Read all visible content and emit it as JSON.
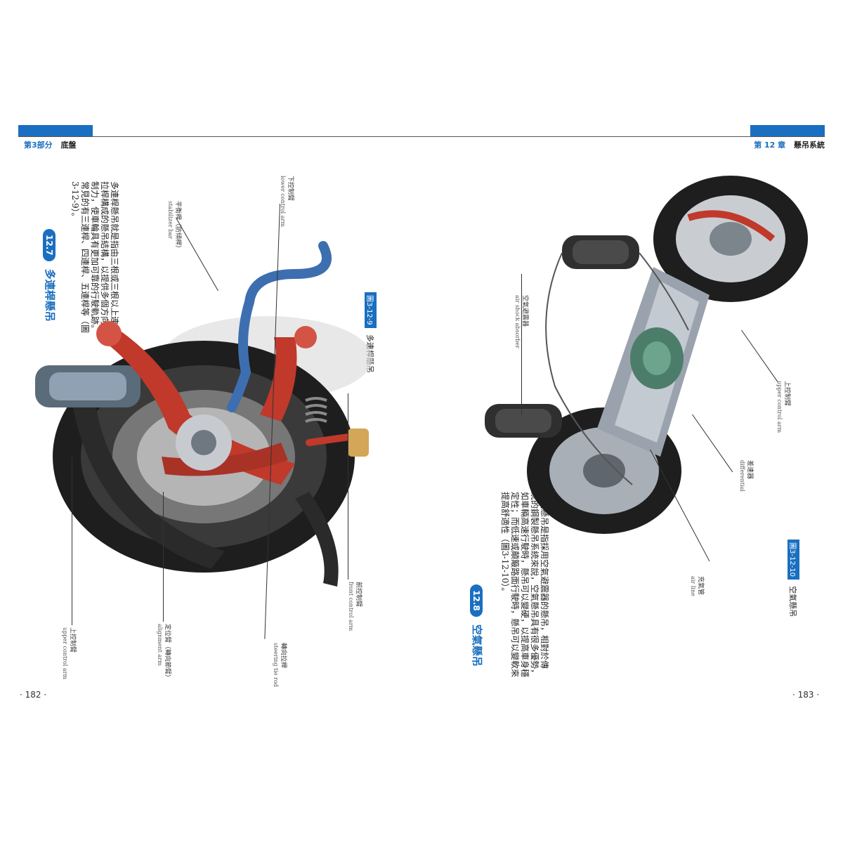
{
  "header": {
    "left_part": "第3部分",
    "left_title": "底盤",
    "right_chapter": "第 12 章",
    "right_title": "懸吊系統"
  },
  "left_page": {
    "section_number": "12.7",
    "section_title": "多連桿懸吊",
    "body_lines": [
      "多連桿懸吊就是指由三根或三根以上連桿",
      "拉桿構成的懸吊結構，以提供多個方向的控",
      "制力，使車輪具有更加可靠的行駛軌跡。",
      "常見的有三連桿、四連桿、五連桿等（圖",
      "3-12-9）。"
    ],
    "figure_tag": "圖3-12-9",
    "figure_caption": "多連桿懸吊",
    "labels": [
      {
        "zh": "平衡桿（防傾桿）",
        "en": "stabilizer bar"
      },
      {
        "zh": "下控制臂",
        "en": "lower control arm"
      },
      {
        "zh": "上控制臂",
        "en": "upper control arm"
      },
      {
        "zh": "定位臂（轉向節臂）",
        "en": "alignment arm"
      },
      {
        "zh": "轉向拉桿",
        "en": "steering tie rod"
      },
      {
        "zh": "前控制臂",
        "en": "front control arm"
      }
    ],
    "page_number": "· 182 ·"
  },
  "right_page": {
    "section_number": "12.8",
    "section_title": "空氣懸吊",
    "body_lines": [
      "空氣懸吊是指採用空氣避震器的懸吊，相對於傳",
      "統的鋼製懸吊系統來說，空氣懸吊具有很多優勢，",
      "如車輛高速行駛時，懸吊可以變硬，以提高車身穩",
      "定性；而低速或顛簸路面行駛時，懸吊可以變軟來",
      "提高舒適性（圖3-12-10）。"
    ],
    "figure_tag": "圖3-12-10",
    "figure_caption": "空氣懸吊",
    "labels": [
      {
        "zh": "空氣避震器",
        "en": "air shock absorber"
      },
      {
        "zh": "上控制臂",
        "en": "upper control arm"
      },
      {
        "zh": "差速器",
        "en": "differential"
      },
      {
        "zh": "充氣管",
        "en": "air line"
      }
    ],
    "page_number": "· 183 ·"
  },
  "colors": {
    "accent_blue": "#1a6fc0",
    "suspension_red": "#c0392b",
    "tire_black": "#1e1e1e",
    "chassis_gray": "#9aa3ad"
  }
}
